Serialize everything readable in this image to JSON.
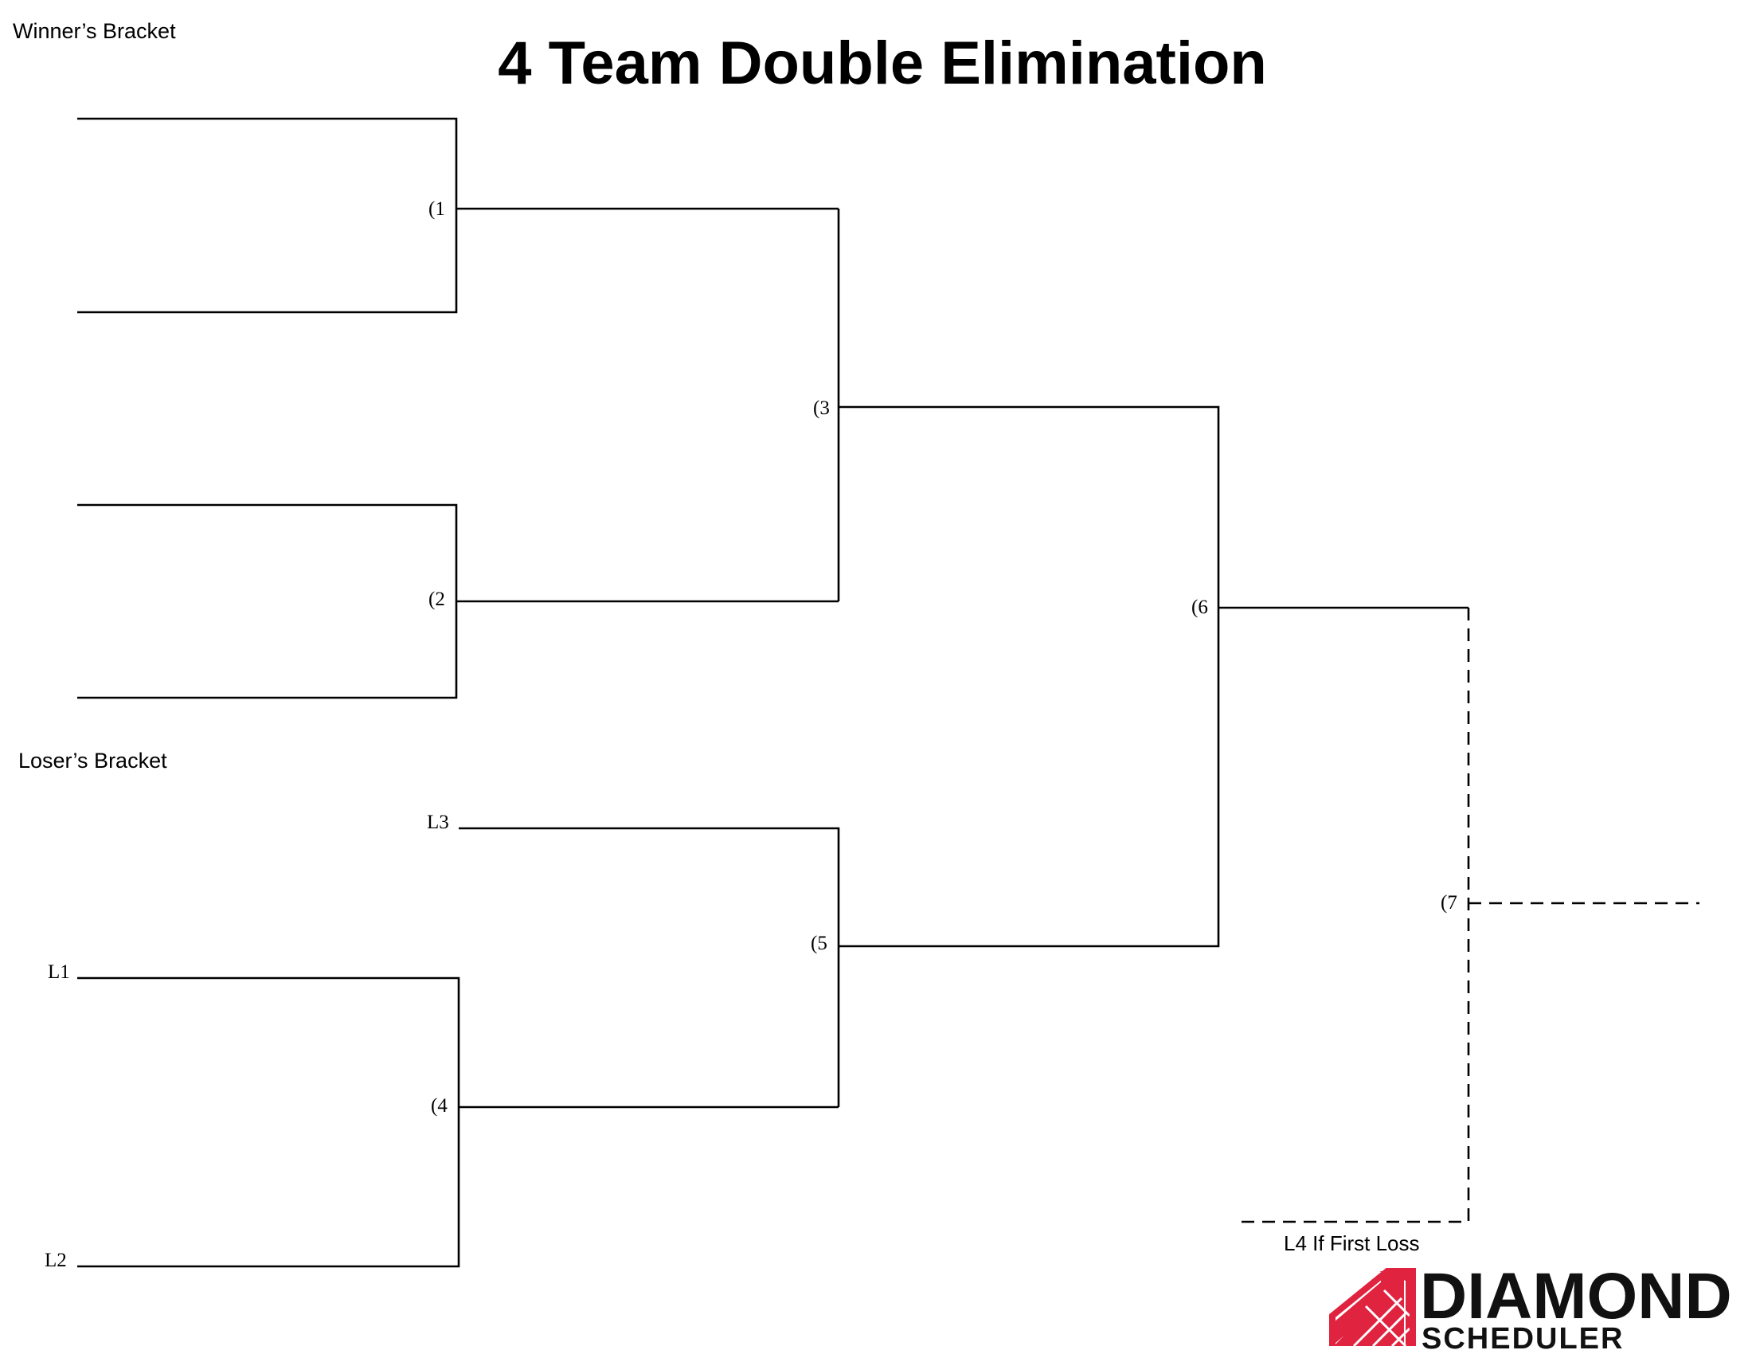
{
  "title": "4 Team Double Elimination",
  "winners_bracket_label": "Winner’s Bracket",
  "losers_bracket_label": "Loser’s Bracket",
  "games": {
    "g1": "(1",
    "g2": "(2",
    "g3": "(3",
    "g4": "(4",
    "g5": "(5",
    "g6": "(6",
    "g7": "(7"
  },
  "loser_slots": {
    "l1": "L1",
    "l2": "L2",
    "l3": "L3"
  },
  "if_game_note": "L4 If First Loss",
  "logo": {
    "name": "DIAMOND",
    "subtitle": "SCHEDULER",
    "accent_color": "#e0233f",
    "text_color": "#111111"
  },
  "colors": {
    "line": "#000000",
    "background": "#ffffff"
  }
}
